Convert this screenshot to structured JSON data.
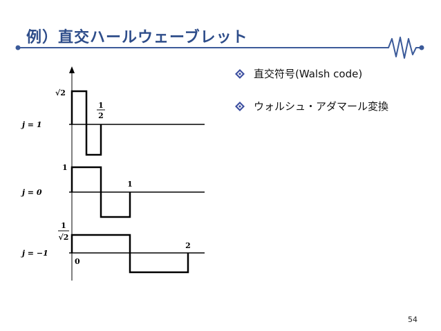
{
  "slide": {
    "title": "例）直交ハールウェーブレット",
    "page_number": "54",
    "accent_color": "#2e4d8a",
    "line_color": "#3b5a99",
    "bullet_color": "#3c4fa0"
  },
  "bullets": [
    {
      "icon": "diamond-icon",
      "text": "直交符号(Walsh code)"
    },
    {
      "icon": "diamond-icon",
      "text": "ウォルシュ・アダマール変換"
    }
  ],
  "figure": {
    "rows": [
      {
        "j_label": "j = 1",
        "amplitude_label": "√2",
        "marker_label_num": "1",
        "marker_label_den": "2"
      },
      {
        "j_label": "j = 0",
        "amplitude_label": "1",
        "marker_label": "1"
      },
      {
        "j_label": "j = −1",
        "amplitude_label_num": "1",
        "amplitude_label_den": "√2",
        "origin_label": "0",
        "marker_label": "2"
      }
    ]
  }
}
